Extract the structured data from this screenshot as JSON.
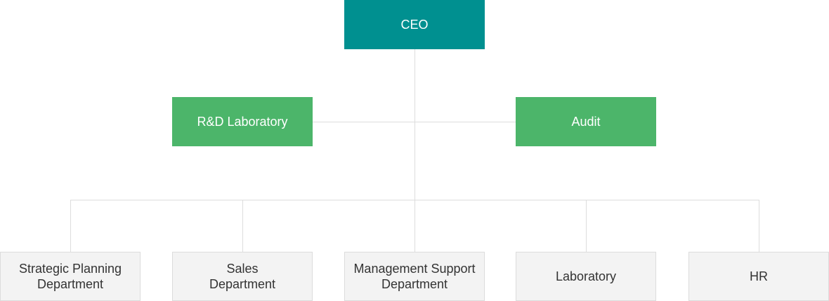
{
  "org": {
    "top": {
      "label": "CEO",
      "color": "#009090"
    },
    "middle": [
      {
        "label": "R&D Laboratory",
        "color": "#4cb56a"
      },
      {
        "label": "Audit",
        "color": "#4cb56a"
      }
    ],
    "departments": [
      {
        "label": "Strategic Planning\nDepartment"
      },
      {
        "label": "Sales\nDepartment"
      },
      {
        "label": "Management Support\nDepartment"
      },
      {
        "label": "Laboratory"
      },
      {
        "label": "HR"
      }
    ]
  },
  "colors": {
    "connector": "#dddddd",
    "department_bg": "#f3f3f3"
  }
}
